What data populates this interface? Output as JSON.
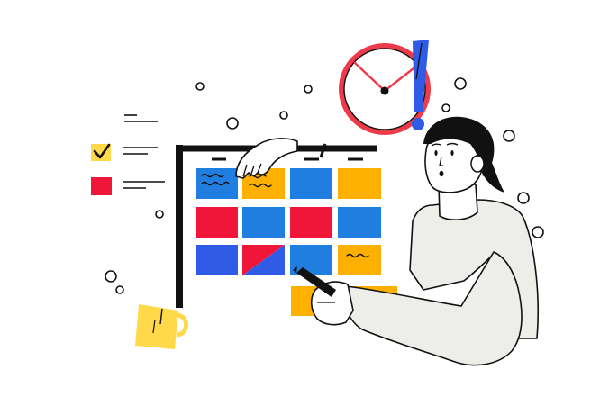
{
  "illustration": {
    "palette": {
      "ink": "#111111",
      "yellow": "#FFB000",
      "pale_yellow": "#FFD94A",
      "blue": "#1F7EE0",
      "royal_blue": "#2F5BE6",
      "red": "#F0163A",
      "clock_red": "#EE3B4B",
      "sweater": "#EDEDEA",
      "paper": "#FFFFFF"
    },
    "icons": [
      "wall-clock-icon",
      "exclamation-mark-icon",
      "checkbox-checked-icon",
      "checkbox-red-icon",
      "coffee-mug-icon",
      "pen-icon"
    ],
    "calendar_grid": {
      "rows": [
        [
          "blue",
          "yellow",
          "blue",
          "yellow"
        ],
        [
          "red",
          "blue",
          "red",
          "blue"
        ],
        [
          "royal_blue",
          "red_blue_split",
          "blue",
          "yellow"
        ]
      ]
    }
  }
}
